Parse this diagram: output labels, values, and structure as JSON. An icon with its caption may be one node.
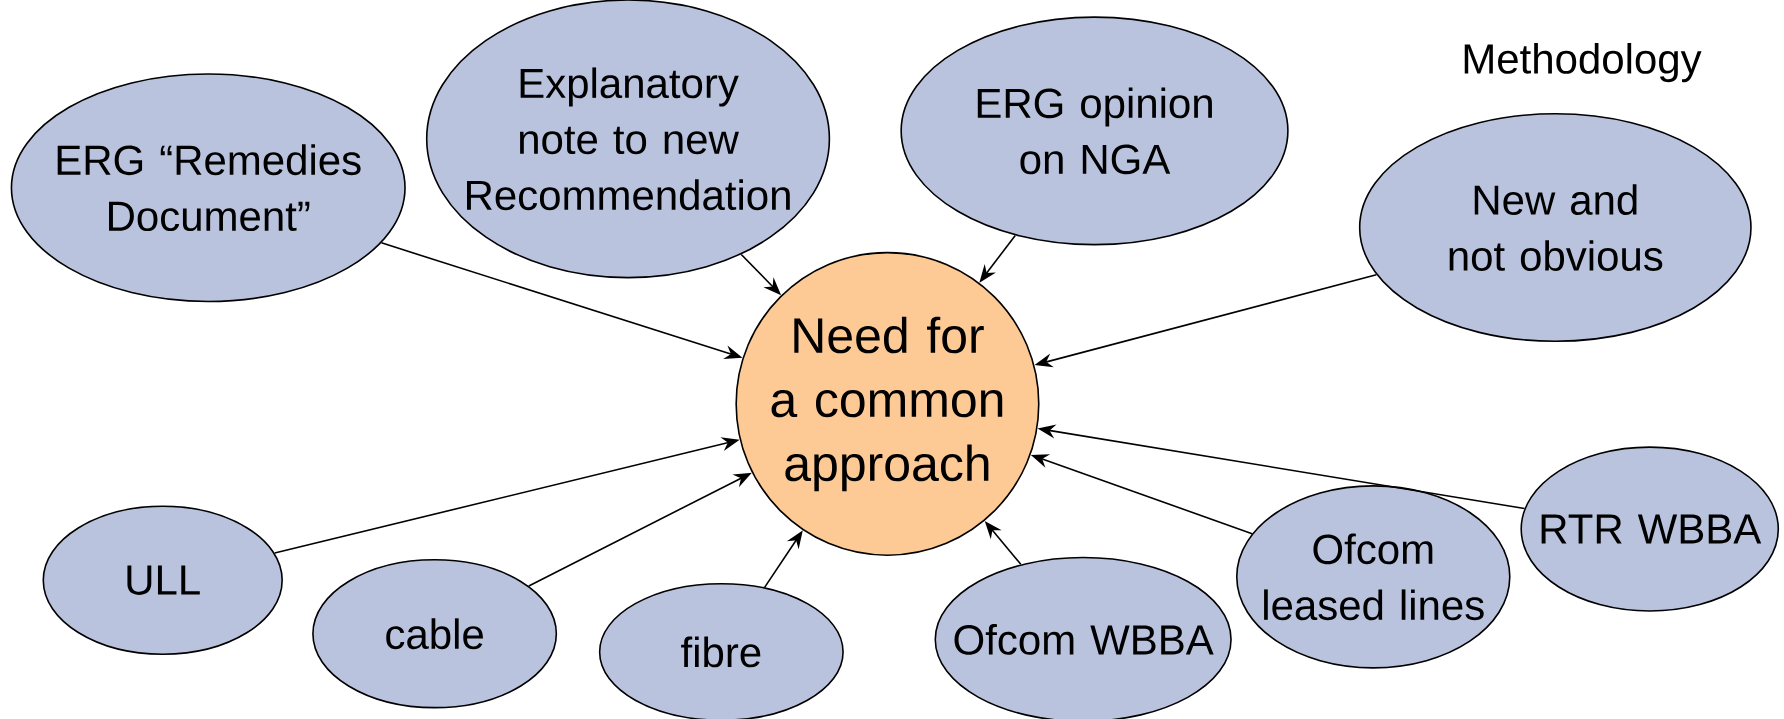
{
  "diagram": {
    "nodes": [
      {
        "text": [
          "ERG “Remedies Document”"
        ]
      },
      {
        "text": [
          "Explanatory note to new Recommendation"
        ]
      },
      {
        "text": [
          "ERG opinion on NGA"
        ]
      },
      {
        "text": [
          "New and not obvious"
        ]
      },
      {
        "text": [
          "Need for a common approach"
        ]
      },
      {
        "text": [
          "ULL"
        ]
      },
      {
        "text": [
          "cable"
        ]
      },
      {
        "text": [
          "fibre"
        ]
      },
      {
        "text": [
          "Ofcom WBBA"
        ]
      },
      {
        "text": [
          "Ofcom leased lines"
        ]
      },
      {
        "text": [
          "RTR WBBA"
        ]
      }
    ],
    "edges": [
      {
        "from": 0,
        "to": 4,
        "arrow": "to"
      },
      {
        "from": 1,
        "to": 4,
        "arrow": "to"
      },
      {
        "from": 2,
        "to": 4,
        "arrow": "to"
      },
      {
        "from": 3,
        "to": 4,
        "arrow": "to"
      },
      {
        "from": 5,
        "to": 4,
        "arrow": "to"
      },
      {
        "from": 6,
        "to": 4,
        "arrow": "to"
      },
      {
        "from": 7,
        "to": 4,
        "arrow": "to"
      },
      {
        "from": 8,
        "to": 4,
        "arrow": "to"
      },
      {
        "from": 9,
        "to": 4,
        "arrow": "to"
      },
      {
        "from": 10,
        "to": 4,
        "arrow": "to"
      }
    ],
    "labels": [
      "Methodology"
    ]
  }
}
